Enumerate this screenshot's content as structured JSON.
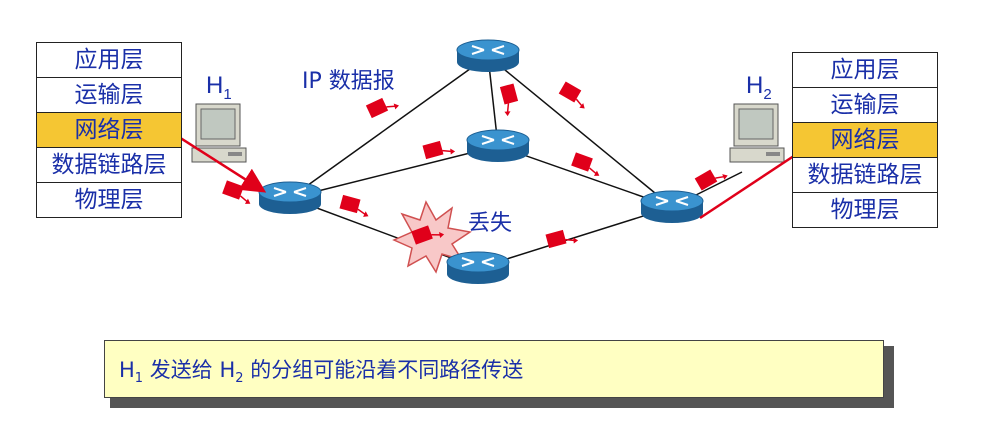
{
  "layers": {
    "application": "应用层",
    "transport": "运输层",
    "network": "网络层",
    "link": "数据链路层",
    "physical": "物理层"
  },
  "hosts": {
    "h1": {
      "letter": "H",
      "sub": "1"
    },
    "h2": {
      "letter": "H",
      "sub": "2"
    }
  },
  "labels": {
    "ip_datagram": "IP 数据报",
    "lost": "丢失"
  },
  "caption": {
    "h1_letter": "H",
    "h1_sub": "1",
    "middle": " 发送给 ",
    "h2_letter": "H",
    "h2_sub": "2",
    "end": " 的分组可能沿着不同路径传送"
  },
  "colors": {
    "text": "#1a2fa8",
    "highlight_layer": "#f5c633",
    "packet": "#e0001a",
    "router": "#2a7fbf",
    "caption_bg": "#ffffc2"
  }
}
